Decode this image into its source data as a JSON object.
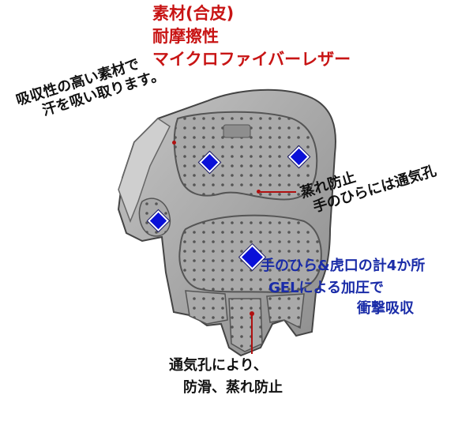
{
  "colors": {
    "title_red": "#c81414",
    "callout_blue": "#1a2ca8",
    "callout_black": "#111111",
    "marker_blue": "#0a10d8",
    "glove_gray": "#a8a8a8",
    "glove_dark": "#3a3a3a"
  },
  "title": {
    "line1": "素材(合皮)",
    "line2": "耐摩擦性",
    "line3": "マイクロファイバーレザー"
  },
  "callouts": {
    "absorb_line1": "吸収性の高い素材で",
    "absorb_line2": "汗を吸い取ります。",
    "vent_line1": "蒸れ防止",
    "vent_line2": "手のひらには通気孔",
    "gel_line1": "手のひら&虎口の計4か所",
    "gel_line2": "GELによる加圧で",
    "gel_line3": "衝撃吸収",
    "finger_line1": "通気孔により、",
    "finger_line2": "防滑、蒸れ防止"
  }
}
